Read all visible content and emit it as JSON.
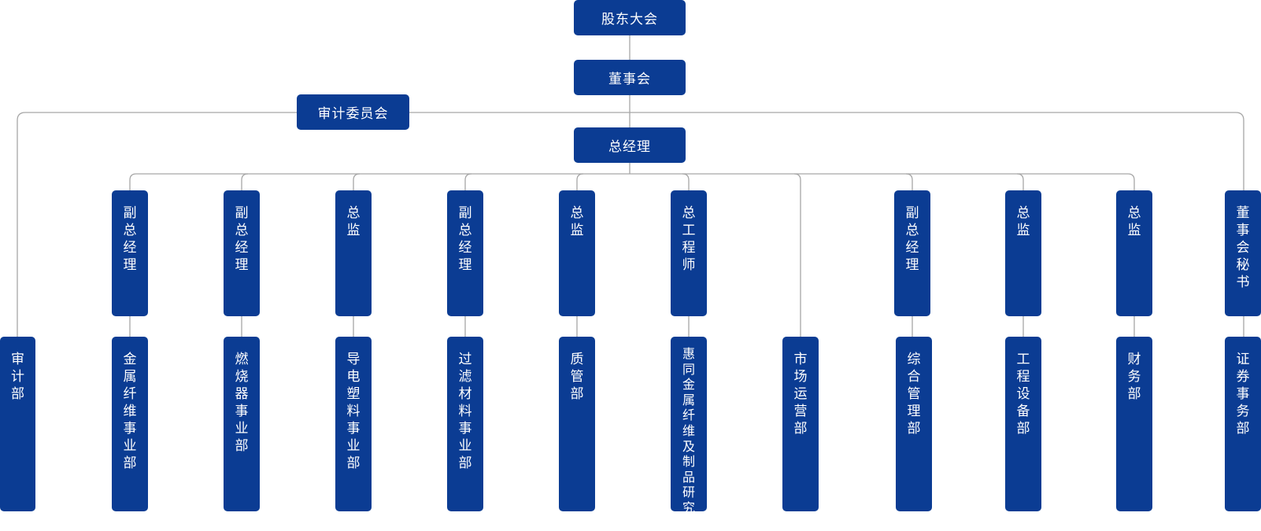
{
  "colors": {
    "box": "#0b3c93",
    "text": "#ffffff",
    "line": "#a6a6a6"
  },
  "top": {
    "shareholders": "股东大会",
    "board": "董事会",
    "audit_committee": "审计委员会",
    "general_manager": "总经理"
  },
  "managers": [
    "副总经理",
    "副总经理",
    "总监",
    "副总经理",
    "总监",
    "总工程师",
    "副总经理",
    "总监",
    "总监",
    "董事会秘书"
  ],
  "departments": [
    "审计部",
    "金属纤维事业部",
    "燃烧器事业部",
    "导电塑料事业部",
    "过滤材料事业部",
    "质管部",
    "惠同金属纤维及制品研究院",
    "市场运营部",
    "综合管理部",
    "工程设备部",
    "财务部",
    "证券事务部"
  ]
}
